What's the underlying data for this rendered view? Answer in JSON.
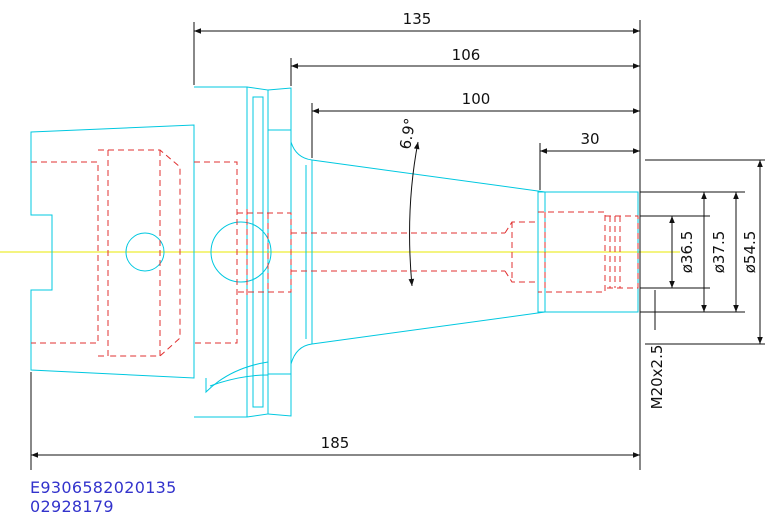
{
  "colors": {
    "outline": "#00c8e0",
    "hidden": "#e03030",
    "centerline": "#e8e800",
    "dimension": "#111111",
    "codes": "#3333cc"
  },
  "dimensions": {
    "overall_length": "135",
    "flange_to_end": "106",
    "taper_length": "100",
    "bore_depth": "30",
    "total_length": "185",
    "taper_angle": "6.9°",
    "dia_inner": "ø36.5",
    "dia_mid": "ø37.5",
    "dia_outer": "ø54.5",
    "thread": "M20x2.5"
  },
  "codes": {
    "part_number": "E9306582020135",
    "serial": "02928179"
  }
}
